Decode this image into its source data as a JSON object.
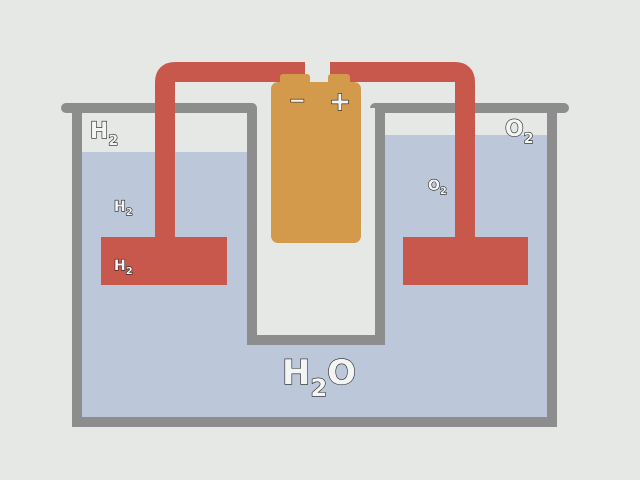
{
  "title": "Electrolysis of water",
  "battery": {
    "negative": "−",
    "positive": "+"
  },
  "labels": {
    "h2_gas_left": "H",
    "h2_gas_left_sub": "2",
    "h2_bubble": "H",
    "h2_bubble_sub": "2",
    "h2_electrode": "H",
    "h2_electrode_sub": "2",
    "o2_bubble": "O",
    "o2_bubble_sub": "2",
    "o2_gas_right": "O",
    "o2_gas_right_sub": "2",
    "water": "H",
    "water_sub": "2",
    "water_o": "O"
  },
  "colors": {
    "background": "#e6e8e5",
    "water": "#bcc8da",
    "vessel": "#8c8d8c",
    "electrode": "#c8584c",
    "battery": "#d49a4c"
  }
}
